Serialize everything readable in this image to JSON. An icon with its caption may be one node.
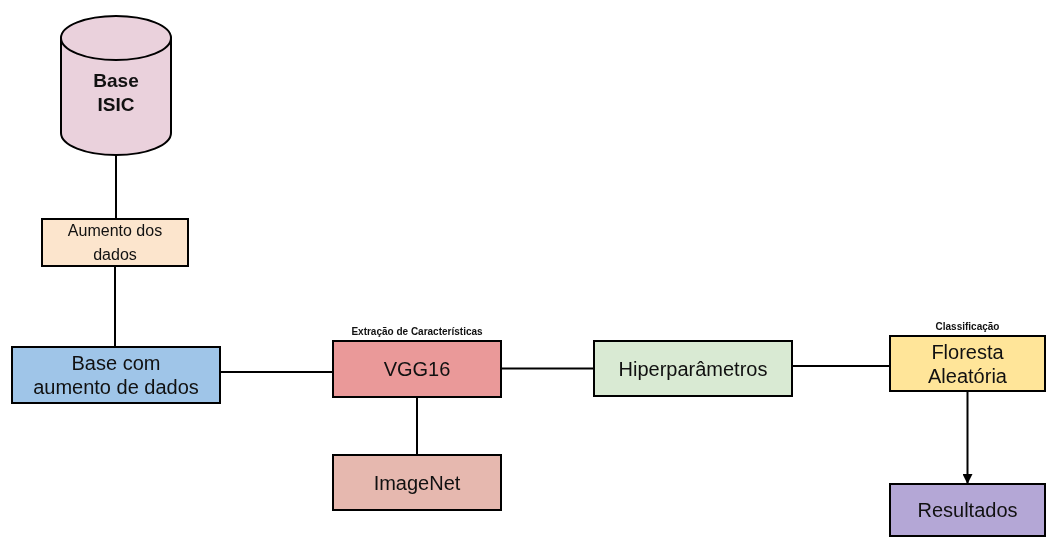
{
  "diagram": {
    "nodes": [
      {
        "text": [
          "Base ISIC"
        ]
      },
      {
        "text": [
          "Aumento dos dados"
        ]
      },
      {
        "text": [
          "Base com aumento de dados"
        ]
      },
      {
        "text": [
          "VGG16"
        ],
        "beside": [
          "Extração de Características"
        ]
      },
      {
        "text": [
          "ImageNet"
        ]
      },
      {
        "text": [
          "Hiperparâmetros"
        ]
      },
      {
        "text": [
          "Floresta Aleatória"
        ],
        "beside": [
          "Classificação"
        ]
      },
      {
        "text": [
          "Resultados"
        ]
      }
    ],
    "edges": [
      {
        "from": 0,
        "to": 1,
        "arrow": "none"
      },
      {
        "from": 1,
        "to": 2,
        "arrow": "none"
      },
      {
        "from": 2,
        "to": 3,
        "arrow": "none"
      },
      {
        "from": 3,
        "to": 4,
        "arrow": "none"
      },
      {
        "from": 3,
        "to": 5,
        "arrow": "none"
      },
      {
        "from": 5,
        "to": 6,
        "arrow": "none"
      },
      {
        "from": 6,
        "to": 7,
        "arrow": "to"
      }
    ]
  }
}
